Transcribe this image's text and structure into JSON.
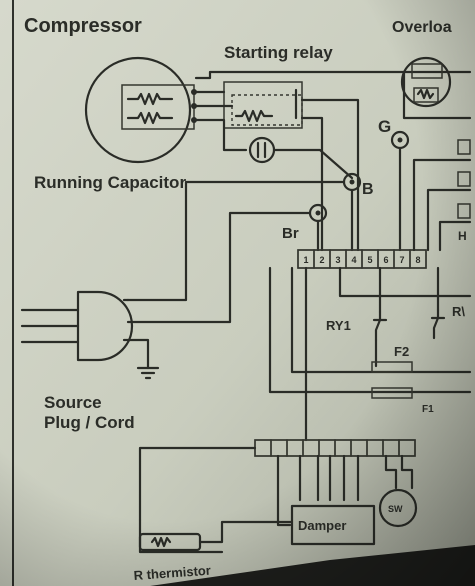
{
  "diagram": {
    "labels": {
      "compressor": "Compressor",
      "overload": "Overloa",
      "starting_relay": "Starting relay",
      "g_terminal": "G",
      "running_capacitor": "Running Capacitor",
      "b_terminal": "B",
      "br_terminal": "Br",
      "source_line1": "Source",
      "source_line2": "Plug / Cord",
      "ry1": "RY1",
      "ry_right": "R\\",
      "f2": "F2",
      "f1": "F1",
      "damper": "Damper",
      "r_thermistor": "R thermistor",
      "heater": "H"
    },
    "terminal_strip_top": [
      "1",
      "2",
      "3",
      "4",
      "5",
      "6",
      "7",
      "8"
    ],
    "colors": {
      "paper": "#cfd3c4",
      "ink": "#2a2c27",
      "background": "#1e1f1c"
    }
  }
}
